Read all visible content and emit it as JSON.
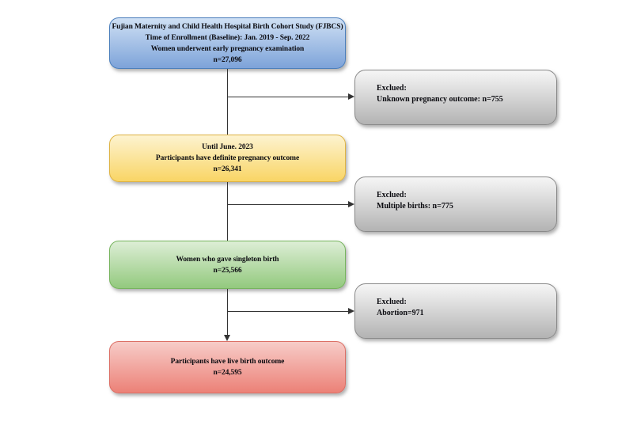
{
  "boxes": {
    "enrollment": {
      "lines": [
        "Fujian Maternity and Child Health Hospital Birth Cohort Study (FJBCS)",
        "Time of Enrollment (Baseline):  Jan. 2019 - Sep. 2022",
        "Women underwent early pregnancy examination",
        "n=27,096"
      ]
    },
    "definite_outcome": {
      "lines": [
        "Until June. 2023",
        "Participants have definite pregnancy outcome",
        "n=26,341"
      ]
    },
    "singleton_birth": {
      "lines": [
        "Women who gave singleton birth",
        "n=25,566"
      ]
    },
    "live_birth": {
      "lines": [
        "Participants have live birth outcome",
        "n=24,595"
      ]
    },
    "excluded_unknown": {
      "lines": [
        "Exclued:",
        "Unknown pregnancy outcome: n=755"
      ]
    },
    "excluded_multiple": {
      "lines": [
        "Exclued:",
        "Multiple births: n=775"
      ]
    },
    "excluded_abortion": {
      "lines": [
        "Exclued:",
        "Abortion=971"
      ]
    }
  },
  "colors": {
    "blue": {
      "top": "#cfe0f4",
      "bottom": "#7da3d9",
      "border": "#4a7ebc"
    },
    "yellow": {
      "top": "#fdf3d0",
      "bottom": "#f9d565",
      "border": "#dfb343"
    },
    "green": {
      "top": "#ddeed6",
      "bottom": "#93c97e",
      "border": "#76b45d"
    },
    "red": {
      "top": "#f7ccc8",
      "bottom": "#ec8177",
      "border": "#dc6e64"
    },
    "gray": {
      "top": "#f6f6f6",
      "bottom": "#b3b3b3",
      "border": "#8a8a8a"
    },
    "connector": "#333333"
  }
}
